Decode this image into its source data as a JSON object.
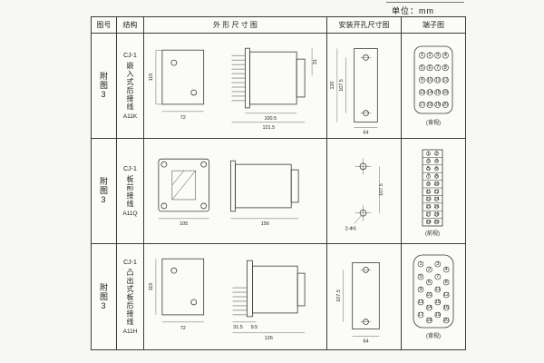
{
  "page": {
    "unit_label": "单位：mm"
  },
  "table": {
    "headers": {
      "fig": "图号",
      "structure": "结构",
      "outline": "外 形 尺 寸 图",
      "install": "安装开孔尺寸图",
      "terminal": "端子图"
    }
  },
  "rows": [
    {
      "fig": "附图3",
      "model": "CJ-1",
      "structure": "嵌入式后接线",
      "code": "A11K",
      "outline": {
        "height": "115",
        "width": "72",
        "body": "100.5",
        "overall": "121.5",
        "side": "31"
      },
      "install": {
        "v1": "107.5",
        "v2": "120",
        "h": "64"
      },
      "terminal": {
        "caption": "(背视)",
        "numbers": [
          1,
          2,
          3,
          4,
          5,
          6,
          7,
          8,
          9,
          10,
          11,
          12,
          13,
          14,
          15,
          16,
          17,
          18,
          19,
          20
        ]
      }
    },
    {
      "fig": "附图3",
      "model": "CJ-1",
      "structure": "板前接线",
      "code": "A11Q",
      "outline": {
        "width": "105",
        "depth": "156"
      },
      "install": {
        "v1": "107.5",
        "holes": "2-Φ5"
      },
      "terminal": {
        "caption": "(前视)",
        "numbers": [
          1,
          2,
          3,
          4,
          5,
          6,
          7,
          8,
          9,
          10,
          11,
          12,
          13,
          14,
          15,
          16,
          17,
          18,
          19,
          20
        ]
      }
    },
    {
      "fig": "附图3",
      "model": "CJ-1",
      "structure": "凸出式板后接线",
      "code": "A11H",
      "outline": {
        "height": "115",
        "width": "72",
        "pin": "31.5",
        "tip": "9.5",
        "overall": "126"
      },
      "install": {
        "v1": "107.5",
        "h": "64"
      },
      "terminal": {
        "caption": "(背视)",
        "numbers": [
          1,
          2,
          3,
          4,
          5,
          6,
          7,
          8,
          9,
          10,
          11,
          12,
          13,
          14,
          15,
          16,
          17,
          18,
          19,
          20
        ]
      }
    }
  ]
}
